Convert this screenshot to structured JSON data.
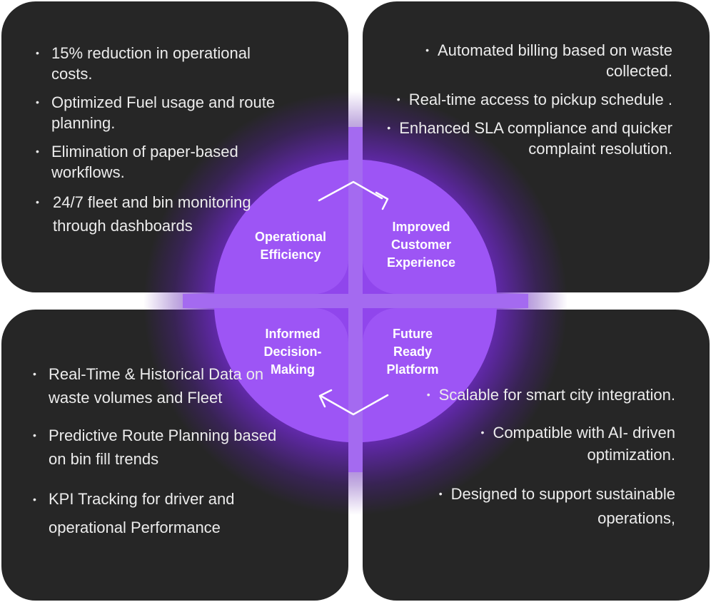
{
  "diagram": {
    "center_labels": {
      "top_left": "Operational\nEfficiency",
      "top_right": "Improved\nCustomer\nExperience",
      "bottom_left": "Informed\nDecision-\nMaking",
      "bottom_right": "Future\nReady\nPlatform"
    },
    "panels": {
      "top_left": [
        "15% reduction in operational costs.",
        "Optimized Fuel usage and route planning.",
        "Elimination of paper-based workflows.",
        "24/7 fleet and bin monitoring through dashboards"
      ],
      "top_right": [
        "Automated billing based on waste collected.",
        "Real-time access to pickup schedule .",
        "Enhanced SLA compliance and quicker complaint resolution."
      ],
      "bottom_left": [
        "Real-Time & Historical Data on waste volumes and Fleet",
        "Predictive Route Planning based on bin fill trends",
        "KPI Tracking for driver and operational Performance"
      ],
      "bottom_right": [
        "Scalable for smart city integration.",
        "Compatible with AI- driven optimization.",
        "Designed to support sustainable operations,"
      ]
    },
    "colors": {
      "panel": "#262626",
      "accent": "#9d55f5",
      "glow": "#6a23c4",
      "text": "#ececec"
    }
  }
}
